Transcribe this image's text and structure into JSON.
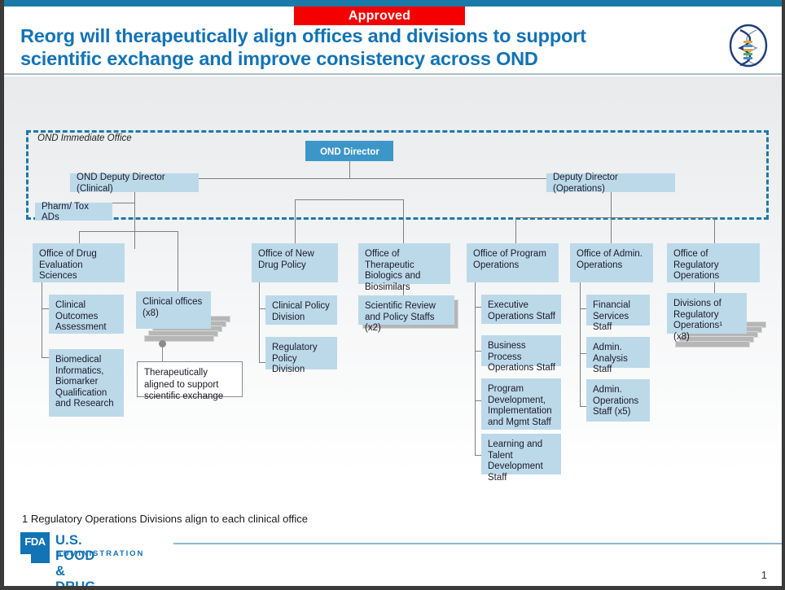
{
  "header": {
    "badge": "Approved",
    "title_line1": "Reorg will therapeutically align offices and divisions to support",
    "title_line2": "scientific exchange and improve consistency across OND",
    "emblem": "fda-dna-emblem"
  },
  "chart": {
    "region_label": "OND Immediate Office",
    "director": "OND Director",
    "deputy_clinical": "OND Deputy Director (Clinical)",
    "deputy_operations": "Deputy Director (Operations)",
    "pharm_tox": "Pharm/ Tox ADs",
    "offices": {
      "drug_evaluation_sciences": {
        "title": "Office of Drug Evaluation Sciences",
        "children": [
          "Clinical Outcomes Assessment",
          "Biomedical Informatics, Biomarker Qualification and Research"
        ]
      },
      "clinical_offices": {
        "title": "Clinical offices (x8)",
        "stack_count": 8,
        "note": "Therapeutically aligned to support scientific exchange"
      },
      "new_drug_policy": {
        "title": "Office of New Drug Policy",
        "children": [
          "Clinical Policy Division",
          "Regulatory Policy Division"
        ]
      },
      "therapeutic_biologics": {
        "title": "Office of Therapeutic Biologics and Biosimilars",
        "children": [
          "Scientific Review and Policy Staffs (x2)"
        ],
        "stack_count": 2
      },
      "program_operations": {
        "title": "Office of Program Operations",
        "children": [
          "Executive Operations Staff",
          "Business Process Operations Staff",
          "Program Development, Implementation and Mgmt Staff",
          "Learning and Talent Development Staff"
        ]
      },
      "admin_operations": {
        "title": "Office of Admin. Operations",
        "children": [
          "Financial Services Staff",
          "Admin. Analysis Staff",
          "Admin. Operations Staff (x5)"
        ]
      },
      "regulatory_operations": {
        "title": "Office of Regulatory Operations",
        "children": [
          "Divisions of Regulatory Operations¹ (x8)"
        ],
        "stack_count": 8
      }
    }
  },
  "footer": {
    "footnote": "1 Regulatory Operations Divisions align to each clinical office",
    "logo_mark": "FDA",
    "logo_line1": "U.S. FOOD & DRUG",
    "logo_line2": "ADMINISTRATION",
    "page_number": "1"
  },
  "colors": {
    "accent_blue": "#1b7aa8",
    "title_blue": "#1273b5",
    "box_fill": "#bcd9ea",
    "box_dark": "#3d96c8",
    "badge_red": "#f40000",
    "line_gray": "#7f7f7f"
  }
}
